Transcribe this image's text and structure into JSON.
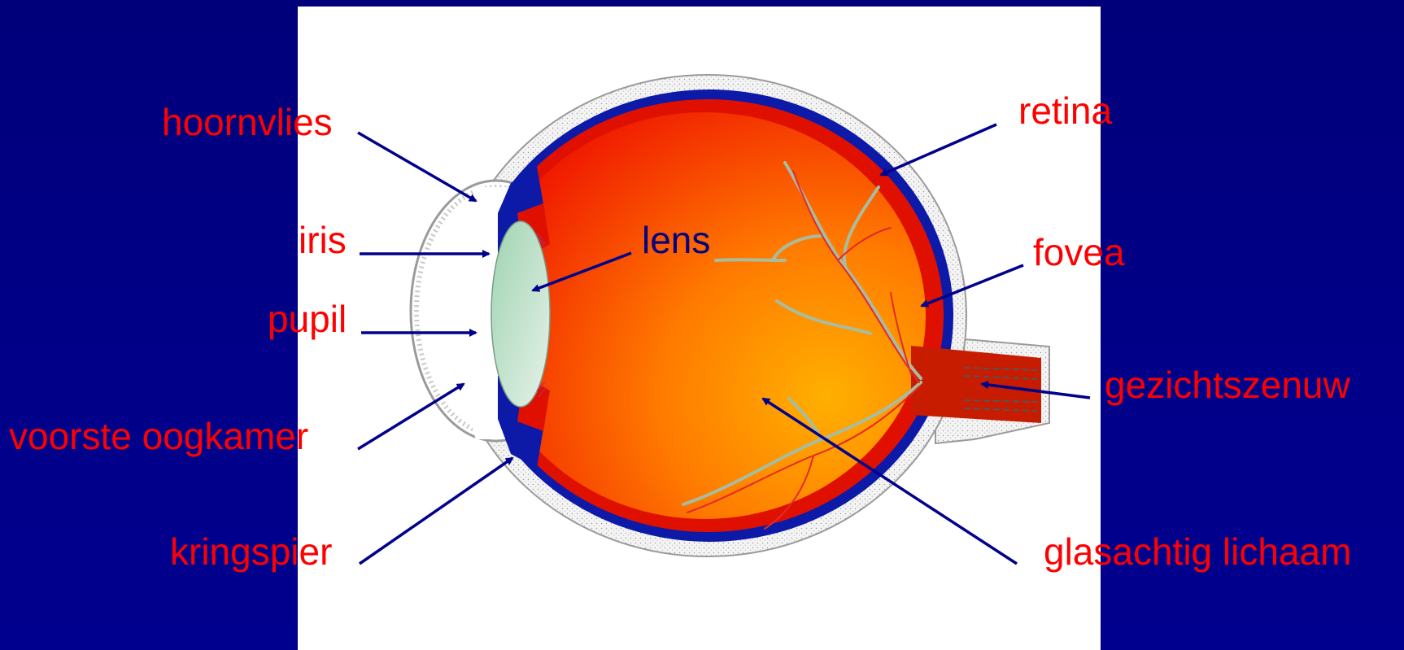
{
  "labels": {
    "hoornvlies": "hoornvlies",
    "iris": "iris",
    "pupil": "pupil",
    "voorste_oogkamer": "voorste oogkamer",
    "kringspier": "kringspier",
    "lens": "lens",
    "retina": "retina",
    "fovea": "fovea",
    "gezichtszenuw": "gezichtszenuw",
    "glasachtig_lichaam": "glasachtig lichaam"
  },
  "colors": {
    "slide_background": "#000088",
    "label_red": "#ff0000",
    "label_dark": "#000080",
    "arrow": "#00008b",
    "panel": "#ffffff",
    "sclera_blue": "#0d1aa8",
    "retina_red": "#e01000",
    "vitreous_inner": "#ffa500",
    "vitreous_outer": "#ff2a00",
    "lens_green": "#8fc9a6",
    "nerve": "#c81c00"
  }
}
